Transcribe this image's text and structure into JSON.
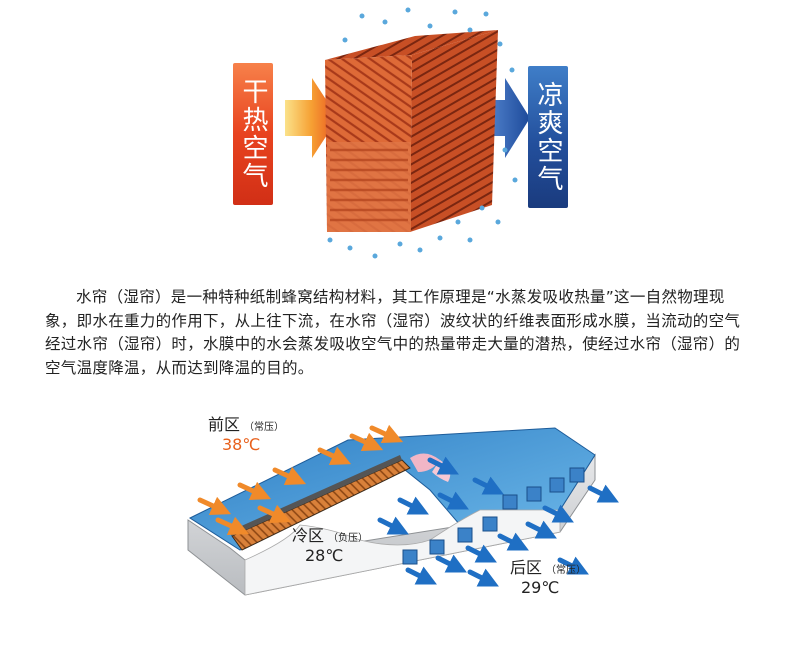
{
  "top": {
    "dry_air": "干热空气",
    "cool_air": "凉爽空气"
  },
  "description": "水帘（湿帘）是一种特种纸制蜂窝结构材料，其工作原理是“水蒸发吸收热量”这一自然物理现象，即水在重力的作用下，从上往下流，在水帘（湿帘）波纹状的纤维表面形成水膜，当流动的空气经过水帘（湿帘）时，水膜中的水会蒸发吸收空气中的热量带走大量的潜热，使经过水帘（湿帘）的空气温度降温，从而达到降温的目的。",
  "bottom": {
    "front": {
      "name": "前区",
      "pressure": "（常压）",
      "temp": "38℃"
    },
    "cold": {
      "name": "冷区",
      "pressure": "（负压）",
      "temp": "28℃"
    },
    "back": {
      "name": "后区",
      "pressure": "（常压）",
      "temp": "29℃"
    }
  },
  "colors": {
    "pad_orange": "#d9572b",
    "hot_air": "#f0862a",
    "cool_air": "#1f6fc4",
    "wall_blue": "#4aa6e0",
    "floor_gray": "#c7c9cc"
  }
}
